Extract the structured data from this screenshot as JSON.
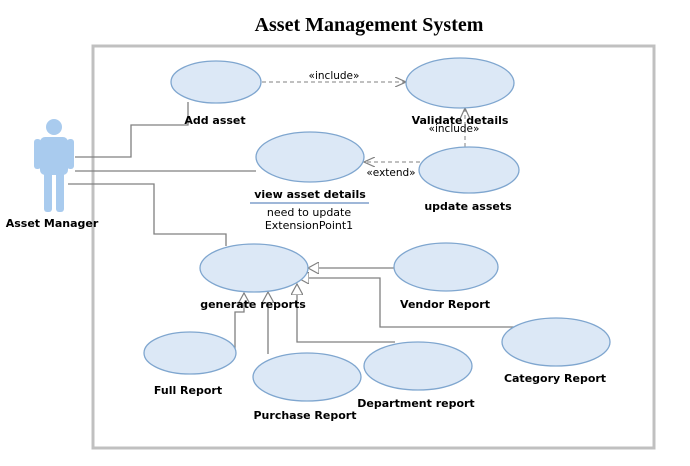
{
  "title": "Asset Management System",
  "actor": {
    "name": "Asset Manager",
    "icon": "actor-figure-icon"
  },
  "use_cases": {
    "add_asset": "Add asset",
    "validate_details": "Validate details",
    "view_asset_details": "view asset details",
    "update_assets": "update assets",
    "generate_reports": "generate reports",
    "vendor_report": "Vendor Report",
    "full_report": "Full Report",
    "purchase_report": "Purchase Report",
    "department_report": "Department report",
    "category_report": "Category Report"
  },
  "relations": {
    "add_to_validate": "«include»",
    "update_to_validate": "«include»",
    "update_to_view": "«extend»"
  },
  "extension_note": {
    "line1": "need to update",
    "line2": "ExtensionPoint1"
  },
  "colors": {
    "use_case_fill": "#dce8f6",
    "use_case_stroke": "#7fa6cf",
    "actor": "#a9cbee",
    "connector": "#808080",
    "boundary": "#c0c0c0"
  }
}
